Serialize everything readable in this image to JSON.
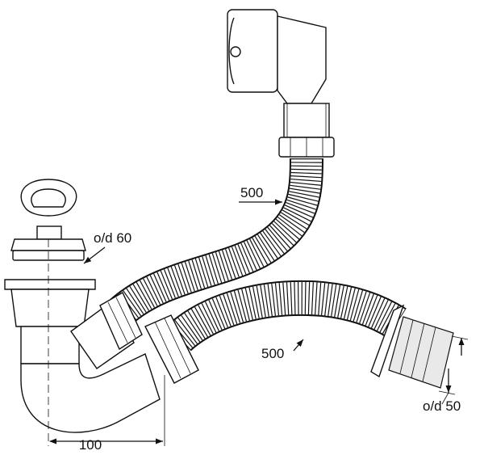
{
  "labels": {
    "outlet_diameter_60": "o/d 60",
    "hose_length_upper": "500",
    "hose_length_lower": "500",
    "outlet_diameter_50": "o/d 50",
    "trap_offset": "100"
  },
  "colors": {
    "line": "#111111",
    "background": "#ffffff",
    "fill": "#e9e9e9"
  }
}
